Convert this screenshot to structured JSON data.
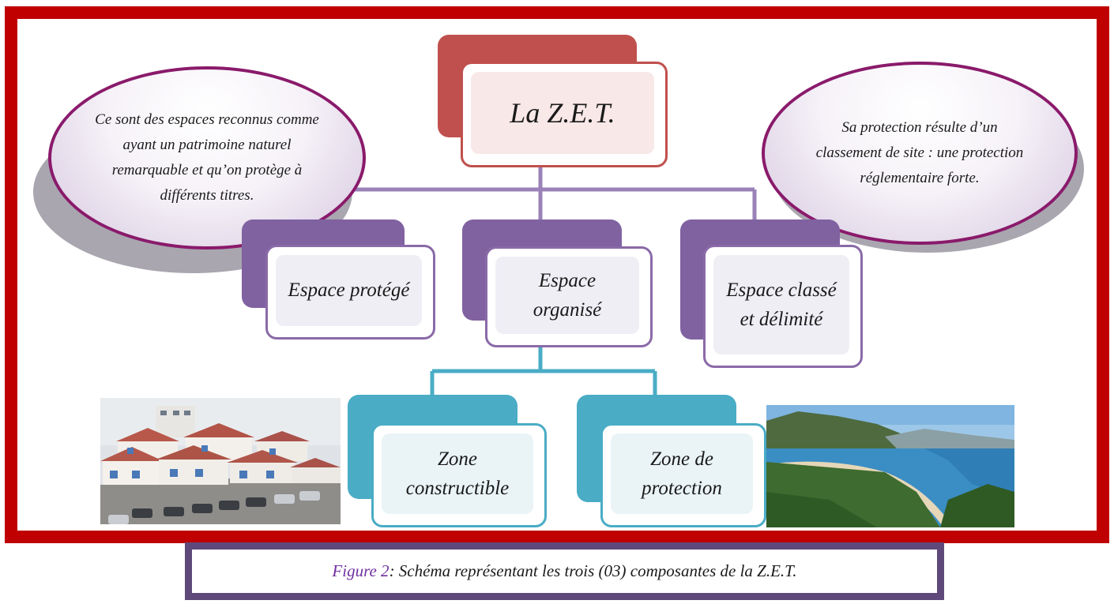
{
  "diagram": {
    "root": "La Z.E.T.",
    "children": [
      "Espace protégé",
      "Espace organisé",
      "Espace classé et délimité"
    ],
    "grandchildren": [
      "Zone constructible",
      "Zone de protection"
    ],
    "bubble_left": "Ce sont des espaces reconnus comme ayant un patrimoine naturel remarquable et qu’on protège à différents titres.",
    "bubble_right": "Sa protection résulte d’un classement de site : une protection réglementaire forte."
  },
  "caption": {
    "figure_label": "Figure 2",
    "text": ": Schéma représentant les trois (03) composantes de la Z.E.T."
  },
  "colors": {
    "frame": "#c00000",
    "purple": "#8062a1",
    "red": "#c0504d",
    "teal": "#4aacc5",
    "bubble_border": "#8a1a6b",
    "caption_frame": "#5f497a"
  }
}
